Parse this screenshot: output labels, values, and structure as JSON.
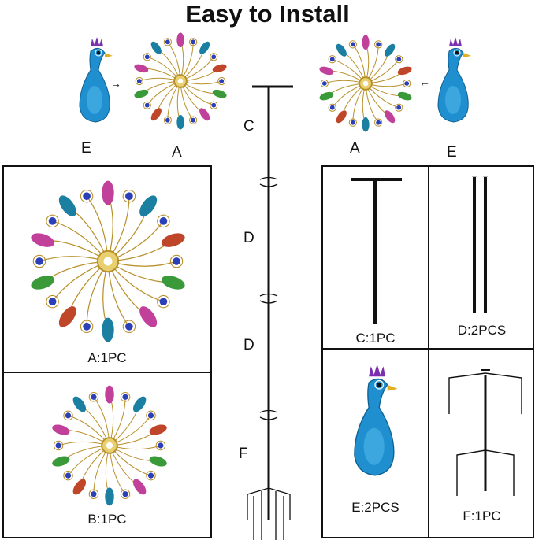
{
  "title": "Easy to Install",
  "assembly_labels": {
    "e_left": "E",
    "a_left": "A",
    "a_right": "A",
    "e_right": "E",
    "c": "C",
    "d_upper": "D",
    "d_lower": "D",
    "f": "F"
  },
  "parts": {
    "a_caption": "A:1PC",
    "b_caption": "B:1PC",
    "c_caption": "C:1PC",
    "d_caption": "D:2PCS",
    "e_caption": "E:2PCS",
    "f_caption": "F:1PC"
  },
  "colors": {
    "peacock_blue": "#1f8fd0",
    "gold_wire": "#b8902a",
    "feather_pink": "#c0409a",
    "feather_green": "#3a9a3a",
    "feather_red": "#c0462a",
    "feather_teal": "#1a7fa0",
    "gem_blue": "#2a3fb8",
    "crown_purple": "#7a2fb0"
  }
}
